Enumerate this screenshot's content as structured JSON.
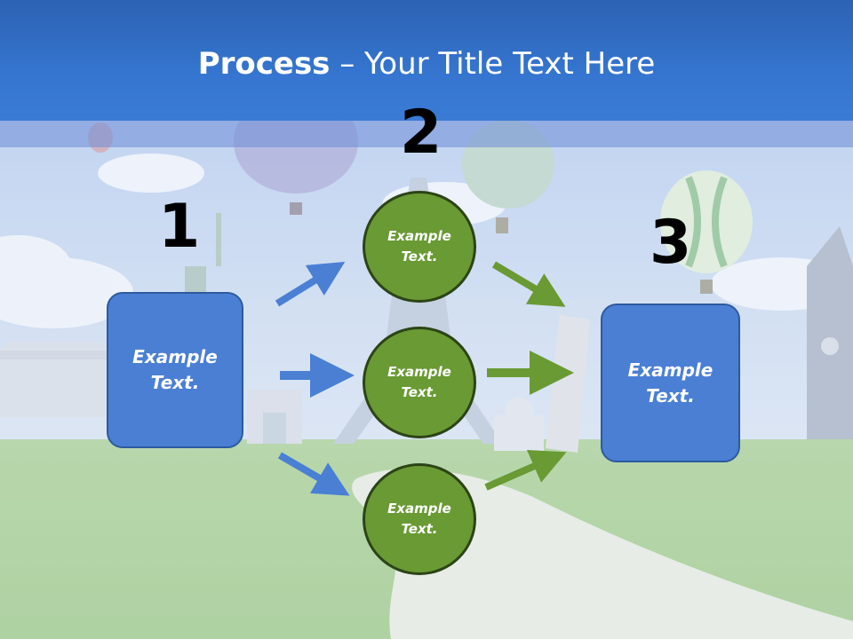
{
  "title": {
    "bold": "Process",
    "rest": " – Your Title Text Here"
  },
  "steps": {
    "one": "1",
    "two": "2",
    "three": "3"
  },
  "left_box": {
    "line1": "Example",
    "line2": "Text."
  },
  "right_box": {
    "line1": "Example",
    "line2": "Text."
  },
  "circles": [
    {
      "line1": "Example",
      "line2": "Text."
    },
    {
      "line1": "Example",
      "line2": "Text."
    },
    {
      "line1": "Example",
      "line2": "Text."
    }
  ],
  "colors": {
    "blue": "#4a7fd4",
    "green": "#6a9a34",
    "arrow_blue": "#4a7fd4",
    "arrow_green": "#6a9a34"
  }
}
